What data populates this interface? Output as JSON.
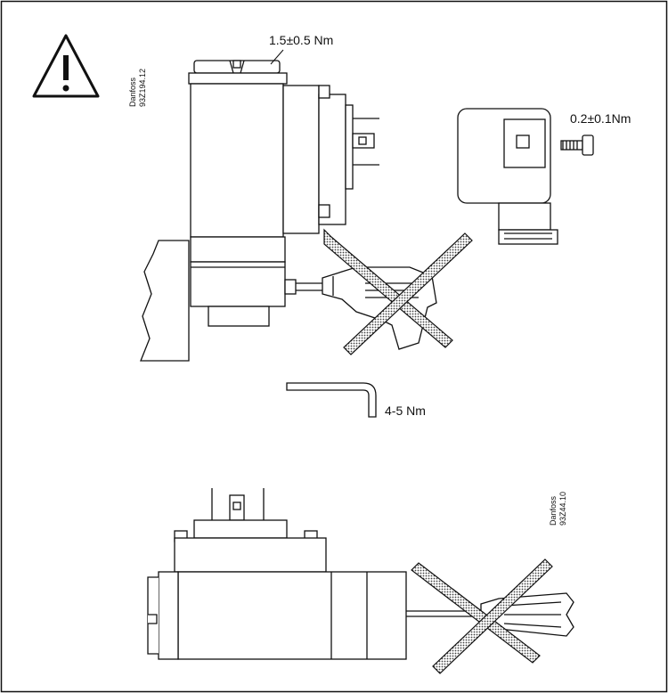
{
  "labels": {
    "torque_screw": "1.5±0.5 Nm",
    "torque_connector": "0.2±0.1Nm",
    "torque_hex": "4-5 Nm",
    "ref_top_brand": "Danfoss",
    "ref_top_code": "93Z194.12",
    "ref_bottom_brand": "Danfoss",
    "ref_bottom_code": "93Z44.10"
  },
  "icons": {
    "warning": "warning-triangle-icon",
    "prohibited_drill": "crossed-out-power-drill",
    "prohibited_screwdriver": "crossed-out-screwdriver"
  },
  "colors": {
    "line": "#111111",
    "hatch": "#555555",
    "background": "#ffffff"
  }
}
